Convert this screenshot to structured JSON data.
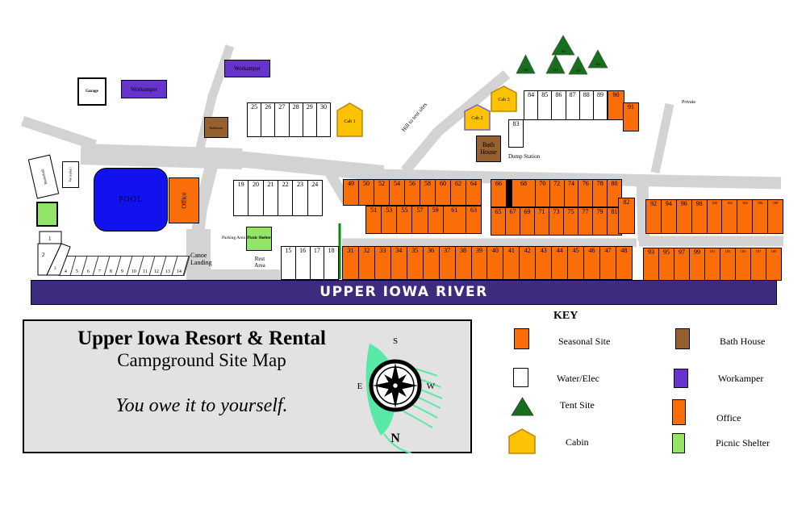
{
  "map": {
    "river_label": "UPPER IOWA RIVER",
    "labels": {
      "hill_road": "Hill to tent sites",
      "private_road": "Private",
      "dump_station": "Dump Station",
      "canoe_landing": "Canoe Landing",
      "rest_area": "Rest Area",
      "parking_area": "Parking Area"
    },
    "buildings": {
      "garage": "Garage",
      "workamper_1": "Workamper",
      "workamper_2": "Workamper",
      "bathhouse_small": "Bathhouse",
      "bath_house": "Bath House",
      "pool": "POOL",
      "office": "Office",
      "picnic_shelter": "Picnic Shelter"
    },
    "recreation": {
      "basketball": "Basketball",
      "volleyball": "Volleyball"
    },
    "cabins": [
      "Cab 1",
      "Cab 2",
      "Cab 3"
    ],
    "tent_sites": [
      "110",
      "111",
      "112",
      "113",
      "114"
    ],
    "site_groups": {
      "s1_3": [
        "1",
        "2",
        "3"
      ],
      "s4_14": [
        "4",
        "5",
        "6",
        "7",
        "8",
        "9",
        "10",
        "11",
        "12",
        "13",
        "14"
      ],
      "s15_18": [
        "15",
        "16",
        "17",
        "18"
      ],
      "s19_24": [
        "19",
        "20",
        "21",
        "22",
        "23",
        "24"
      ],
      "s25_30": [
        "25",
        "26",
        "27",
        "28",
        "29",
        "30"
      ],
      "s31_48": [
        "31",
        "32",
        "33",
        "34",
        "35",
        "36",
        "37",
        "38",
        "39",
        "40",
        "41",
        "42",
        "43",
        "44",
        "45",
        "46",
        "47",
        "48"
      ],
      "r49_64": [
        "49",
        "50",
        "52",
        "54",
        "56",
        "58",
        "60",
        "62",
        "64"
      ],
      "r51_63": [
        "51",
        "53",
        "55",
        "57",
        "59",
        "61",
        "63"
      ],
      "r66_80": [
        "66",
        "",
        "68",
        "70",
        "72",
        "74",
        "76",
        "78",
        "80"
      ],
      "r65_81": [
        "65",
        "67",
        "69",
        "71",
        "73",
        "75",
        "77",
        "79",
        "81"
      ],
      "s82": "82",
      "s83": "83",
      "s84_89": [
        "84",
        "85",
        "86",
        "87",
        "88",
        "89"
      ],
      "s90": "90",
      "s91": "91",
      "r92_108": [
        "92",
        "94",
        "96",
        "98",
        "100",
        "102",
        "104",
        "106",
        "108"
      ],
      "r93_109": [
        "93",
        "95",
        "97",
        "99",
        "101",
        "103",
        "105",
        "107",
        "109"
      ]
    }
  },
  "title_box": {
    "line1": "Upper Iowa Resort & Rental",
    "line2": "Campground Site Map",
    "tagline": "You owe it to yourself.",
    "compass": {
      "top": "S",
      "left": "E",
      "right": "W",
      "bottom": "N"
    }
  },
  "key": {
    "title": "KEY",
    "items": [
      {
        "id": "seasonal",
        "label": "Seasonal Site"
      },
      {
        "id": "water_elec",
        "label": "Water/Elec"
      },
      {
        "id": "tent",
        "label": "Tent Site"
      },
      {
        "id": "cabin",
        "label": "Cabin"
      },
      {
        "id": "bath_house",
        "label": "Bath House"
      },
      {
        "id": "workamper",
        "label": "Workamper"
      },
      {
        "id": "office",
        "label": "Office"
      },
      {
        "id": "picnic_shelter",
        "label": "Picnic Shelter"
      }
    ]
  },
  "colors": {
    "seasonal": "#fa6e0a",
    "tent": "#176e1c",
    "cabin": "#fcc203",
    "cabin-border": "#b8860b",
    "bath-house": "#96612f",
    "workamper": "#6633cc",
    "picnic": "#94e468",
    "pool": "#1212ee",
    "river": "#3e2b80",
    "road": "#d3d3d3",
    "panel-bg": "#e2e2e2",
    "fence": "#0b8a0b",
    "swoosh": "#57e9a5"
  }
}
